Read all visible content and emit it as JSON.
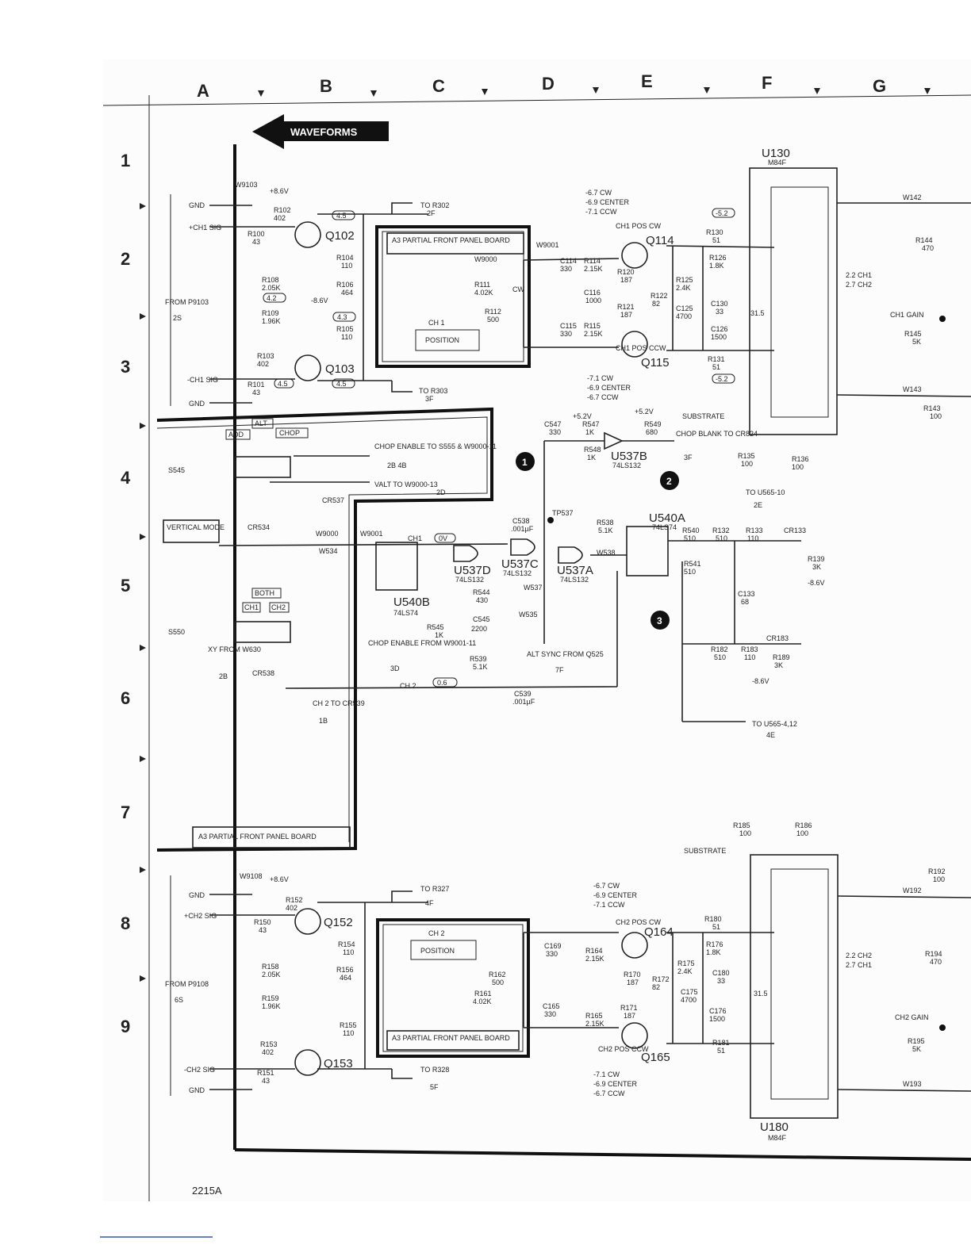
{
  "grid": {
    "columns": [
      "A",
      "B",
      "C",
      "D",
      "E",
      "F",
      "G"
    ],
    "rows": [
      "1",
      "2",
      "3",
      "4",
      "5",
      "6",
      "7",
      "8",
      "9"
    ]
  },
  "banner": {
    "waveforms": "WAVEFORMS"
  },
  "markers": [
    "1",
    "2",
    "3"
  ],
  "footer": {
    "model": "2215A"
  },
  "ch1": {
    "w9103": "W9103",
    "supply_top": "+8.6V",
    "gnd": "GND",
    "sig": "+CH1 SIG",
    "neg_sig": "-CH1 SIG",
    "from": "FROM P9103",
    "from_loc": "2S",
    "r102": "R102",
    "r102v": "402",
    "r100": "R100",
    "r100v": "43",
    "r104": "R104",
    "r104v": "110",
    "r108": "R108",
    "r108v": "2.05K",
    "r106": "R106",
    "r106v": "464",
    "r109": "R109",
    "r109v": "1.96K",
    "r105": "R105",
    "r105v": "110",
    "r103": "R103",
    "r103v": "402",
    "r101": "R101",
    "r101v": "43",
    "q102": "Q102",
    "q103": "Q103",
    "v45a": "4.5",
    "v45b": "4.5",
    "v45c": "4.5",
    "v42": "4.2",
    "v43": "4.3",
    "neg86": "-8.6V",
    "to_r302": "TO R302",
    "r302_loc": "2F",
    "to_r303": "TO R303",
    "r303_loc": "3F",
    "panel": "A3 PARTIAL FRONT PANEL BOARD",
    "position": "POSITION",
    "ch": "CH 1",
    "w9000": "W9000",
    "w9001": "W9001",
    "r111": "R111",
    "r111v": "4.02K",
    "r112": "R112",
    "r112v": "500",
    "cw": "CW",
    "c114": "C114",
    "c114v": "330",
    "c115": "C115",
    "c115v": "330",
    "r114": "R114",
    "r114v": "2.15K",
    "r115": "R115",
    "r115v": "2.15K",
    "c116": "C116",
    "c116v": "1000",
    "q114": "Q114",
    "q115": "Q115",
    "r120": "R120",
    "r120v": "187",
    "r121": "R121",
    "r121v": "187",
    "r122": "R122",
    "r122v": "82",
    "r125": "R125",
    "r125v": "2.4K",
    "c125": "C125",
    "c125v": "4700",
    "r130": "R130",
    "r130v": "51",
    "r126": "R126",
    "r126v": "1.8K",
    "c130": "C130",
    "c130v": "33",
    "c126": "C126",
    "c126v": "1500",
    "r131": "R131",
    "r131v": "51",
    "r315": "31.5",
    "pos_cw_top": [
      "-6.7 CW",
      "-6.9 CENTER",
      "-7.1 CCW"
    ],
    "ch1_pos_cw": "CH1 POS CW",
    "ch1_pos_ccw": "CH1 POS CCW",
    "pos_cw_bot": [
      "-7.1 CW",
      "-6.9 CENTER",
      "-6.7 CCW"
    ],
    "u130": "U130",
    "u130_type": "M84F",
    "w142": "W142",
    "w143": "W143",
    "r144": "R144",
    "r144v": "470",
    "r143": "R143",
    "r143v": "100",
    "ch_out": [
      "2.2 CH1",
      "2.7 CH2"
    ],
    "gain": "CH1 GAIN",
    "r145": "R145",
    "r145v": "5K",
    "v52a": "-5.2",
    "v52b": "-5.2"
  },
  "logic": {
    "alt": "ALT",
    "add": "ADD",
    "chop": "CHOP",
    "both": "BOTH",
    "ch1": "CH1",
    "ch2": "CH2",
    "s545": "S545",
    "s550": "S550",
    "vertical_mode": "VERTICAL MODE",
    "chop_enable": "CHOP ENABLE TO S555 & W9000-11",
    "chop_enable_loc": "2B  4B",
    "valt": "VALT TO W9000-13",
    "valt_loc": "2D",
    "cr537": "CR537",
    "cr534": "CR534",
    "cr538": "CR538",
    "w9000": "W9000",
    "w9001": "W9001",
    "w534": "W534",
    "xy_from": "XY FROM W630",
    "xy_loc": "2B",
    "ch2_to": "CH 2 TO CR539",
    "ch2_to_loc": "1B",
    "ch1_net": "CH1",
    "ch1_v": "0V",
    "ch2_net": "CH 2",
    "ch2_v": "0.6",
    "u540b": "U540B",
    "u540b_type": "74LS74",
    "u537d": "U537D",
    "u537d_type": "74LS132",
    "u537c": "U537C",
    "u537c_type": "74LS132",
    "u537a": "U537A",
    "u537a_type": "74LS132",
    "u537b": "U537B",
    "u537b_type": "74LS132",
    "u540a": "U540A",
    "u540a_type": "74LS74",
    "c547": "C547",
    "c547v": "330",
    "r547": "R547",
    "r547v": "1K",
    "r548": "R548",
    "r548v": "1K",
    "r549": "R549",
    "r549v": "680",
    "chop_blank": "CHOP BLANK TO CR824",
    "chop_blank_loc": "3F",
    "substrate": "SUBSTRATE",
    "tp537": "TP537",
    "c538": "C538",
    "c538v": ".001µF",
    "r538": "R538",
    "r538v": "5.1K",
    "w538": "W538",
    "w537": "W537",
    "w535": "W535",
    "r544": "R544",
    "r544v": "430",
    "r545": "R545",
    "r545v": "1K",
    "c545": "C545",
    "c545v": "2200",
    "r539": "R539",
    "r539v": "5.1K",
    "c539": "C539",
    "c539v": ".001µF",
    "chop_from": "CHOP ENABLE FROM W9001-11",
    "chop_from_loc": "3D",
    "alt_sync": "ALT SYNC FROM Q525",
    "alt_sync_loc": "7F",
    "r540": "R540",
    "r540v": "510",
    "r541": "R541",
    "r541v": "510",
    "r132": "R132",
    "r132v": "510",
    "r133": "R133",
    "r133v": "110",
    "cr133": "CR133",
    "c133": "C133",
    "c133v": "68",
    "r139": "R139",
    "r139v": "3K",
    "to_u565_10": "TO U565-10",
    "u565_10_loc": "2E",
    "r182": "R182",
    "r182v": "510",
    "r183": "R183",
    "r183v": "110",
    "cr183": "CR183",
    "r189": "R189",
    "r189v": "3K",
    "to_u565_4": "TO U565-4,12",
    "u565_4_loc": "4E",
    "r135": "R135",
    "r135v": "100",
    "r136": "R136",
    "r136v": "100",
    "r185": "R185",
    "r185v": "100",
    "r186": "R186",
    "r186v": "100",
    "v52": "+5.2V",
    "v52a": "+5.2V",
    "neg86": "-8.6V",
    "panel2": "A3 PARTIAL FRONT PANEL BOARD"
  },
  "ch2": {
    "w9108": "W9108",
    "supply_top": "+8.6V",
    "gnd": "GND",
    "sig": "+CH2 SIG",
    "neg_sig": "-CH2 SIG",
    "from": "FROM P9108",
    "from_loc": "6S",
    "r152": "R152",
    "r152v": "402",
    "r150": "R150",
    "r150v": "43",
    "r154": "R154",
    "r154v": "110",
    "r158": "R158",
    "r158v": "2.05K",
    "r156": "R156",
    "r156v": "464",
    "r159": "R159",
    "r159v": "1.96K",
    "r155": "R155",
    "r155v": "110",
    "r153": "R153",
    "r153v": "402",
    "r151": "R151",
    "r151v": "43",
    "q152": "Q152",
    "q153": "Q153",
    "to_r327": "TO R327",
    "r327_loc": "4F",
    "to_r328": "TO R328",
    "r328_loc": "5F",
    "panel": "A3 PARTIAL FRONT PANEL BOARD",
    "position": "POSITION",
    "ch": "CH 2",
    "r162": "R162",
    "r162v": "500",
    "r161": "R161",
    "r161v": "4.02K",
    "c169": "C169",
    "c169v": "330",
    "c165": "C165",
    "c165v": "330",
    "r164": "R164",
    "r164v": "2.15K",
    "r165": "R165",
    "r165v": "2.15K",
    "q164": "Q164",
    "q165": "Q165",
    "r170": "R170",
    "r170v": "187",
    "r171": "R171",
    "r171v": "187",
    "r172": "R172",
    "r172v": "82",
    "r175": "R175",
    "r175v": "2.4K",
    "c175": "C175",
    "c175v": "4700",
    "r180": "R180",
    "r180v": "51",
    "r176": "R176",
    "r176v": "1.8K",
    "c180": "C180",
    "c180v": "33",
    "c176": "C176",
    "c176v": "1500",
    "r181": "R181",
    "r181v": "51",
    "pos_top": [
      "-6.7 CW",
      "-6.9 CENTER",
      "-7.1 CCW"
    ],
    "pos_bot": [
      "-7.1 CW",
      "-6.9 CENTER",
      "-6.7 CCW"
    ],
    "ch2_pos_cw": "CH2 POS CW",
    "ch2_pos_ccw": "CH2 POS CCW",
    "u180": "U180",
    "u180_type": "M84F",
    "w192": "W192",
    "w193": "W193",
    "r192": "R192",
    "r192v": "100",
    "r194": "R194",
    "r194v": "470",
    "ch_out": [
      "2.2 CH2",
      "2.7 CH1"
    ],
    "gain": "CH2 GAIN",
    "r195": "R195",
    "r195v": "5K"
  }
}
